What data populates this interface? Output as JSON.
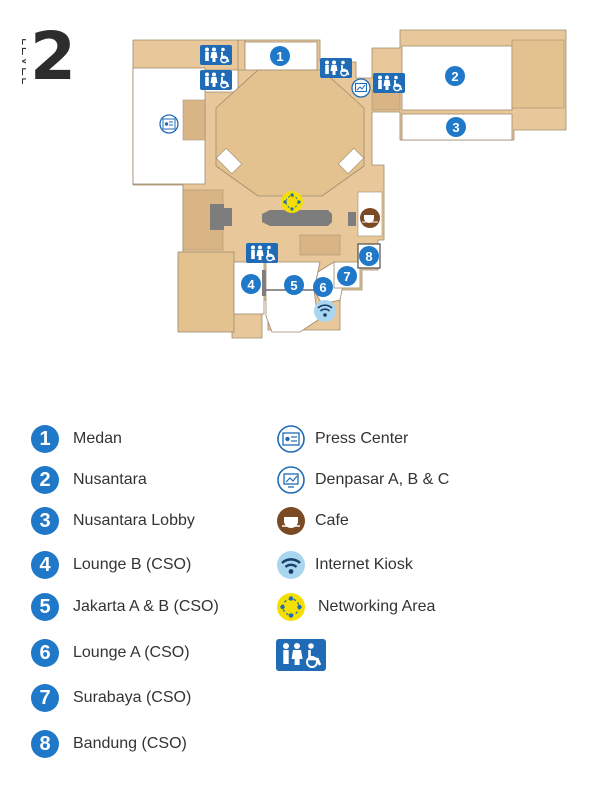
{
  "level": {
    "word": "LEVEL",
    "number": "2"
  },
  "colors": {
    "floor": "#e8c89a",
    "floor_dark": "#d9b585",
    "room": "#ffffff",
    "outline": "#9e8a6e",
    "badge": "#1f78c8",
    "restroom_bg": "#1f6bb5",
    "cafe": "#7a4a24",
    "kiosk": "#a9d6ef",
    "networking": "#f3e000",
    "stage": "#7d7d7d"
  },
  "map_markers": [
    "1",
    "2",
    "3",
    "4",
    "5",
    "6",
    "7",
    "8"
  ],
  "legend": {
    "numbered": [
      {
        "num": "1",
        "label": "Medan"
      },
      {
        "num": "2",
        "label": "Nusantara"
      },
      {
        "num": "3",
        "label": "Nusantara Lobby"
      },
      {
        "num": "4",
        "label": "Lounge B (CSO)"
      },
      {
        "num": "5",
        "label": "Jakarta A & B (CSO)"
      },
      {
        "num": "6",
        "label": "Lounge A (CSO)"
      },
      {
        "num": "7",
        "label": "Surabaya (CSO)"
      },
      {
        "num": "8",
        "label": "Bandung (CSO)"
      }
    ],
    "icons": [
      {
        "icon": "press-center-icon",
        "label": "Press Center"
      },
      {
        "icon": "denpasar-icon",
        "label": "Denpasar A, B & C"
      },
      {
        "icon": "cafe-icon",
        "label": "Cafe"
      },
      {
        "icon": "internet-kiosk-icon",
        "label": "Internet Kiosk"
      },
      {
        "icon": "networking-area-icon",
        "label": "Networking Area"
      },
      {
        "icon": "restroom-icon",
        "label": ""
      }
    ]
  }
}
